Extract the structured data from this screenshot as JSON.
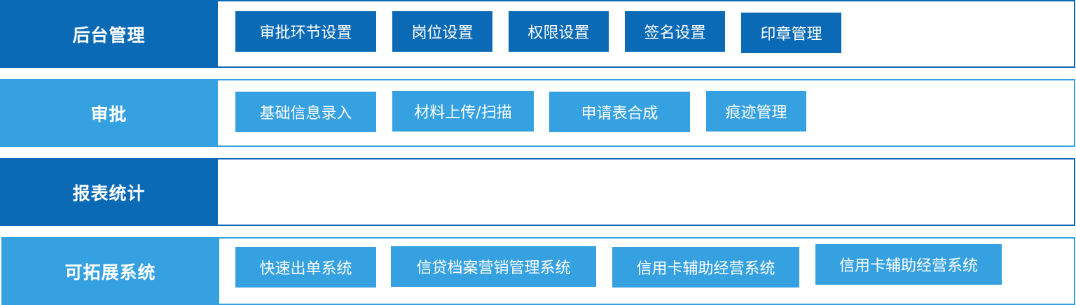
{
  "rows": [
    {
      "title": "后台管理",
      "items": [
        "审批环节设置",
        "岗位设置",
        "权限设置",
        "签名设置",
        "印章管理"
      ]
    },
    {
      "title": "审批",
      "items": [
        "基础信息录入",
        "材料上传/扫描",
        "申请表合成",
        "痕迹管理"
      ]
    },
    {
      "title": "报表统计",
      "items": []
    },
    {
      "title": "可拓展系统",
      "items": [
        "快速出单系统",
        "信贷档案营销管理系统",
        "信用卡辅助经营系统",
        "信用卡辅助经营系统"
      ]
    }
  ],
  "colors": {
    "dark_blue": "#0b6ab6",
    "light_blue": "#36a1e1",
    "text": "#ffffff"
  }
}
